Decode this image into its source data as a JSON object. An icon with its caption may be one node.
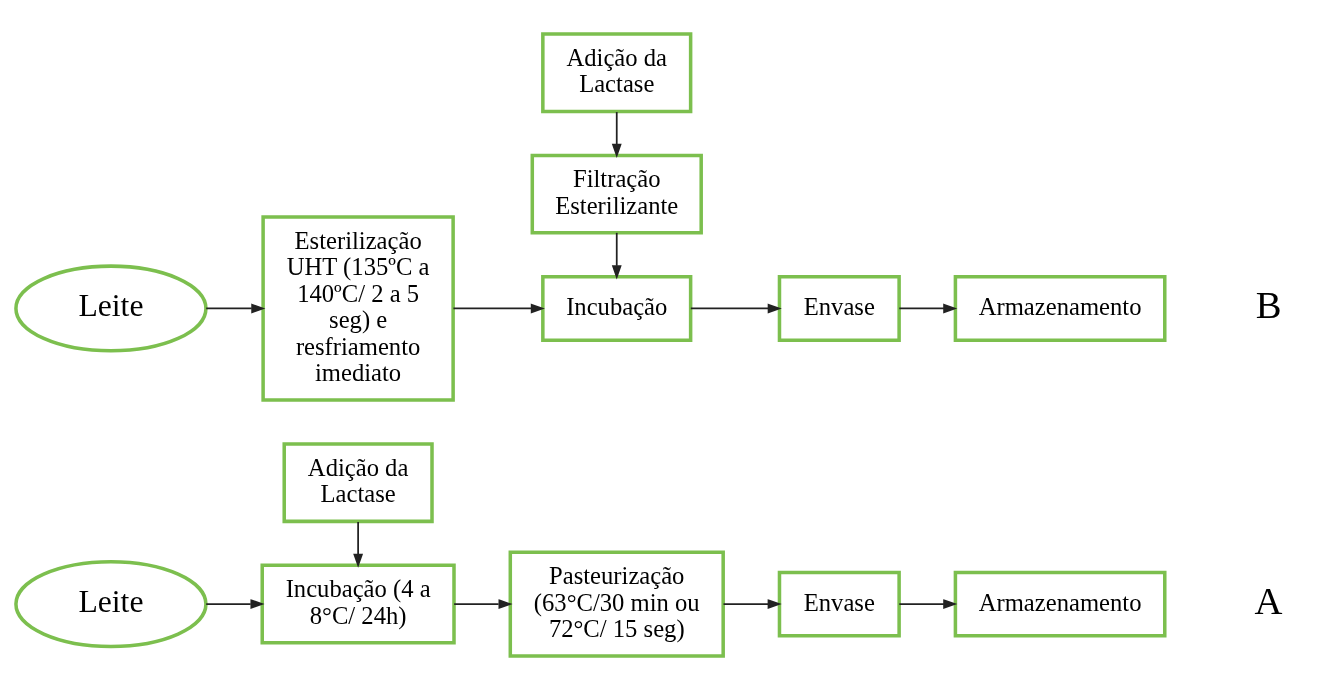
{
  "diagram": {
    "nodes": [
      {
        "text": [
          "Leite"
        ]
      },
      {
        "text": [
          "Adição da Lactase"
        ]
      },
      {
        "text": [
          "Incubação (4 a 8°C/ 24h)"
        ]
      },
      {
        "text": [
          "Pasteurização (63°C/30 min ou 72°C/ 15 seg)"
        ]
      },
      {
        "text": [
          "Envase"
        ]
      },
      {
        "text": [
          "Armazenamento"
        ]
      },
      {
        "text": [
          "Adição da Lactase"
        ]
      },
      {
        "text": [
          "Filtração Esterilizante"
        ]
      },
      {
        "text": [
          "Leite"
        ]
      },
      {
        "text": [
          "Esterilização UHT (135ºC a 140ºC/ 2 a 5 seg) e resfriamento imediato"
        ]
      },
      {
        "text": [
          "Incubação"
        ]
      },
      {
        "text": [
          "Envase"
        ]
      },
      {
        "text": [
          "Armazenamento"
        ]
      }
    ],
    "edges": [
      {
        "from": 1,
        "to": 2,
        "arrow": "to"
      },
      {
        "from": 0,
        "to": 2,
        "arrow": "to"
      },
      {
        "from": 2,
        "to": 3,
        "arrow": "to"
      },
      {
        "from": 3,
        "to": 4,
        "arrow": "to"
      },
      {
        "from": 4,
        "to": 5,
        "arrow": "to"
      },
      {
        "from": 6,
        "to": 7,
        "arrow": "to"
      },
      {
        "from": 7,
        "to": 10,
        "arrow": "to"
      },
      {
        "from": 8,
        "to": 9,
        "arrow": "to"
      },
      {
        "from": 9,
        "to": 10,
        "arrow": "to"
      },
      {
        "from": 10,
        "to": 11,
        "arrow": "to"
      },
      {
        "from": 11,
        "to": 12,
        "arrow": "to"
      }
    ],
    "labels": [
      "A",
      "B"
    ]
  }
}
